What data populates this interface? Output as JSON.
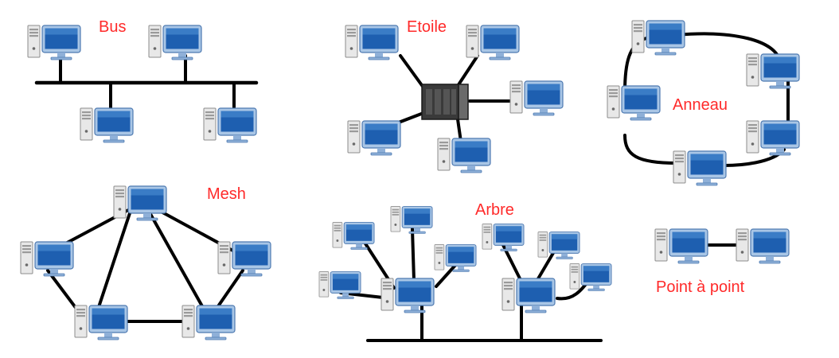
{
  "colors": {
    "label": "#ff2a2a",
    "bus_line": "#e0191d",
    "link": "#000000",
    "monitor_screen": "#1e5fb0",
    "monitor_frame": "#a9c6e6",
    "tower": "#e8e8e8",
    "switch": "#3a3a3a"
  },
  "icons": {
    "computer": "desktop-computer-icon",
    "switch": "network-switch-icon"
  },
  "labels": {
    "bus": "Bus",
    "etoile": "Etoile",
    "anneau": "Anneau",
    "mesh": "Mesh",
    "arbre": "Arbre",
    "point_a_point": "Point à point"
  }
}
